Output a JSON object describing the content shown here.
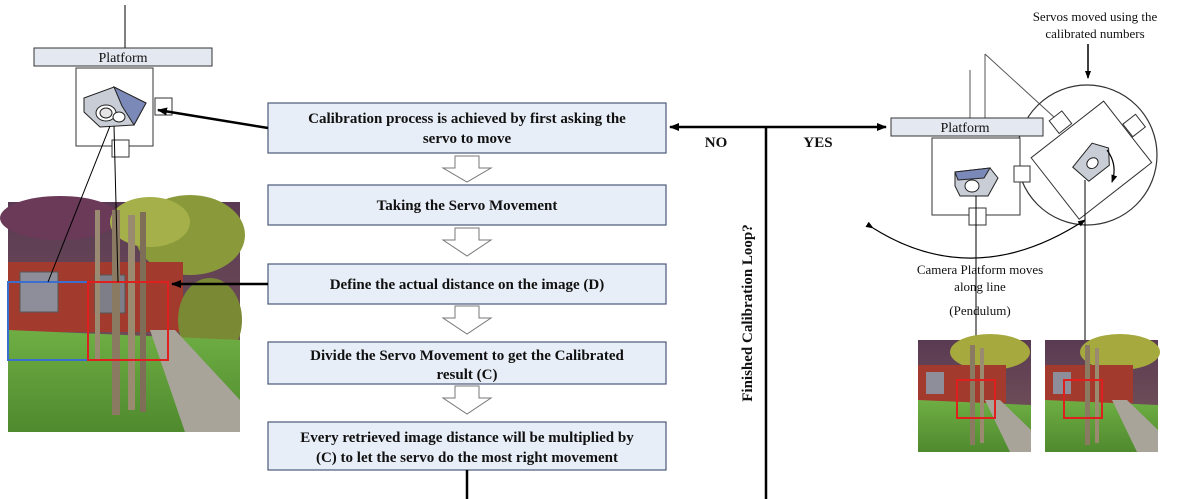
{
  "left_platform": {
    "label": "Platform"
  },
  "right_platform": {
    "label": "Platform"
  },
  "steps": [
    {
      "line1": "Calibration process is achieved by first asking the",
      "line2": "servo to move"
    },
    {
      "line1": "Taking the Servo Movement",
      "line2": ""
    },
    {
      "line1": "Define the actual distance on the image (D)",
      "line2": ""
    },
    {
      "line1": "Divide the Servo Movement to get the Calibrated",
      "line2": "result (C)"
    },
    {
      "line1": "Every retrieved image distance will be multiplied by",
      "line2": "(C) to let the servo do the most right movement"
    }
  ],
  "decision": {
    "label": "Finished Calibration Loop?",
    "no": "NO",
    "yes": "YES"
  },
  "right_panel": {
    "servos_note_line1": "Servos moved using the",
    "servos_note_line2": "calibrated numbers",
    "pendulum_line1": "Camera Platform moves",
    "pendulum_line2": "along line",
    "pendulum_line3": "(Pendulum)"
  },
  "colors": {
    "step_fill": "#e8eef7",
    "step_stroke": "#4a5a78",
    "grass": "#5f9e3a",
    "wall": "#9c3a2e",
    "blue_box": "#3a6fd0",
    "red_box": "#e0201e"
  }
}
